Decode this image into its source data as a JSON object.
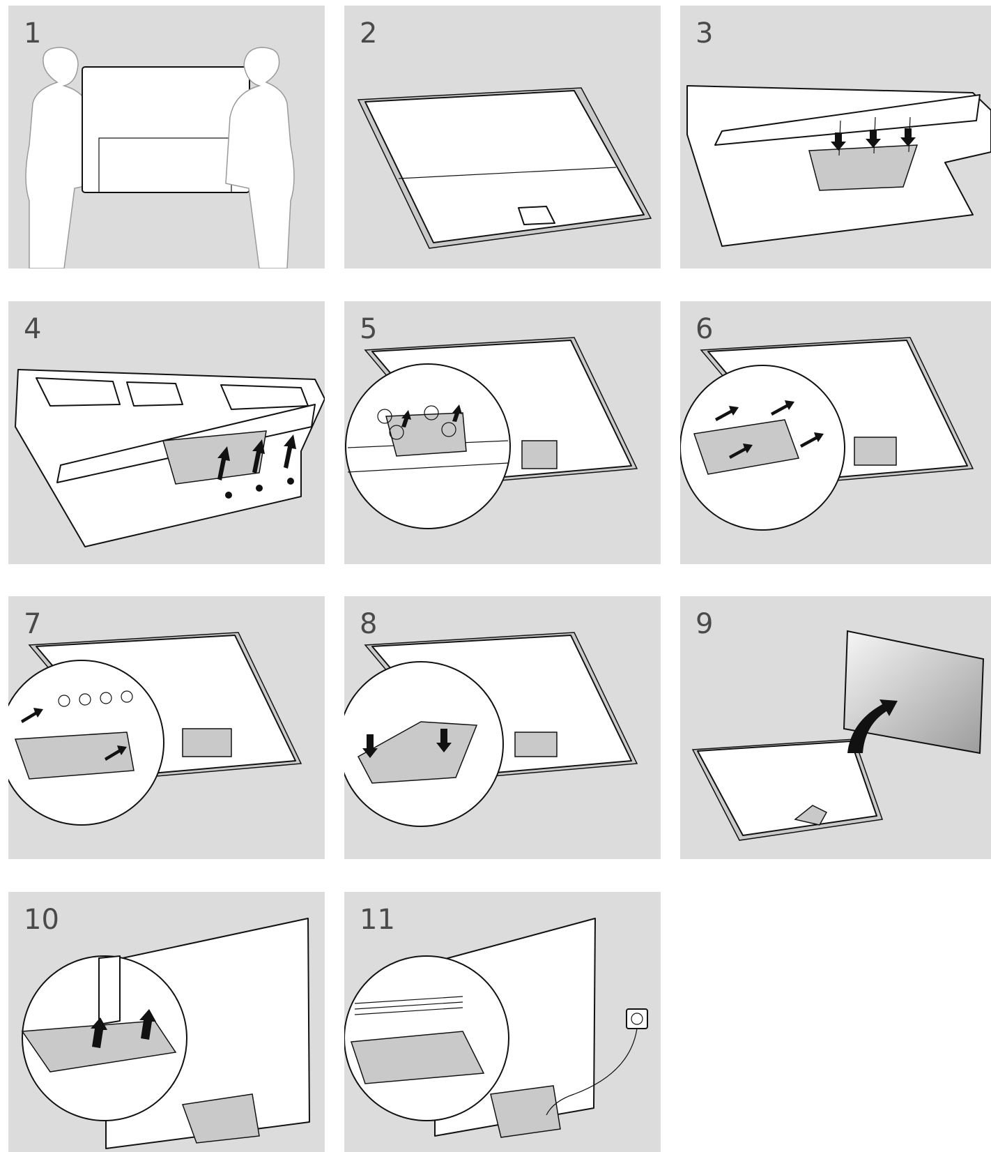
{
  "steps": [
    {
      "number": "1"
    },
    {
      "number": "2"
    },
    {
      "number": "3"
    },
    {
      "number": "4"
    },
    {
      "number": "5"
    },
    {
      "number": "6"
    },
    {
      "number": "7"
    },
    {
      "number": "8"
    },
    {
      "number": "9"
    },
    {
      "number": "10"
    },
    {
      "number": "11"
    }
  ],
  "colors": {
    "panel_background": "#dcdcdd",
    "page_background": "#ffffff",
    "line_art": "#111111",
    "step_number": "#4a4a4a"
  }
}
